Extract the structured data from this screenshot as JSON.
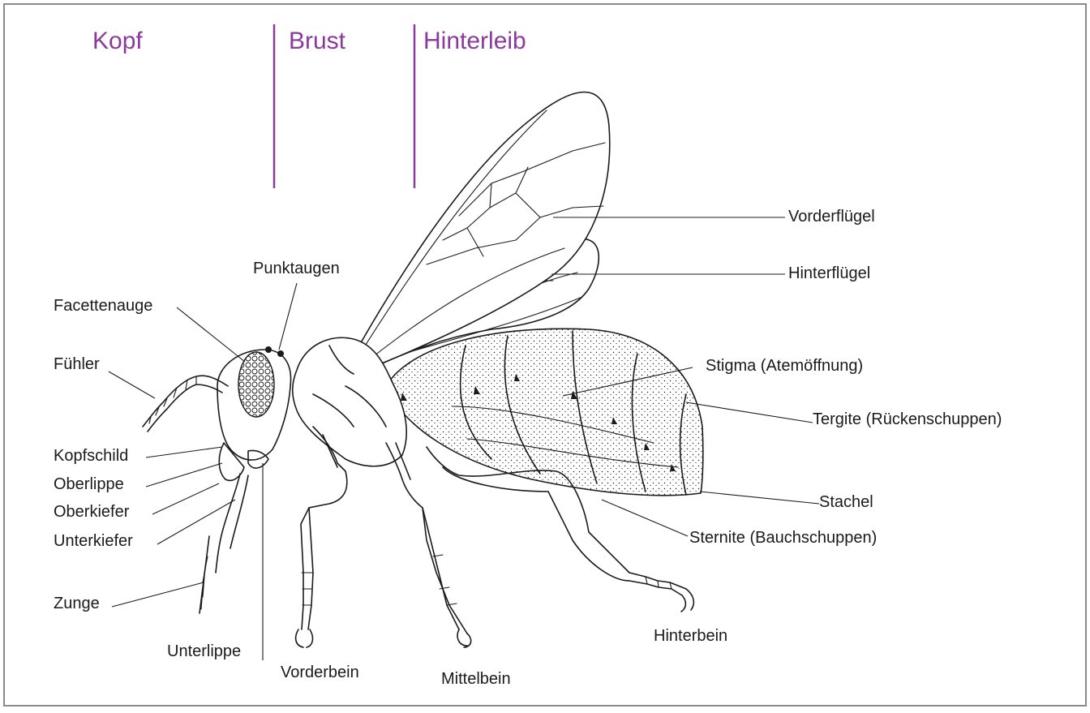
{
  "colors": {
    "section_labels": "#8b3a9c",
    "dividers": "#8b3a9c",
    "ink": "#1a1a1a"
  },
  "sections": [
    {
      "id": "kopf",
      "label": "Kopf"
    },
    {
      "id": "brust",
      "label": "Brust"
    },
    {
      "id": "hinterleib",
      "label": "Hinterleib"
    }
  ],
  "labels": {
    "vorderfluegel": "Vorderflügel",
    "hinterfluegel": "Hinterflügel",
    "punktaugen": "Punktaugen",
    "facettenauge": "Facettenauge",
    "fuehler": "Fühler",
    "stigma": "Stigma (Atemöffnung)",
    "tergite": "Tergite (Rückenschuppen)",
    "kopfschild": "Kopfschild",
    "oberlippe": "Oberlippe",
    "oberkiefer": "Oberkiefer",
    "unterkiefer": "Unterkiefer",
    "stachel": "Stachel",
    "sternite": "Sternite (Bauchschuppen)",
    "zunge": "Zunge",
    "hinterbein": "Hinterbein",
    "unterlippe": "Unterlippe",
    "vorderbein": "Vorderbein",
    "mittelbein": "Mittelbein"
  }
}
